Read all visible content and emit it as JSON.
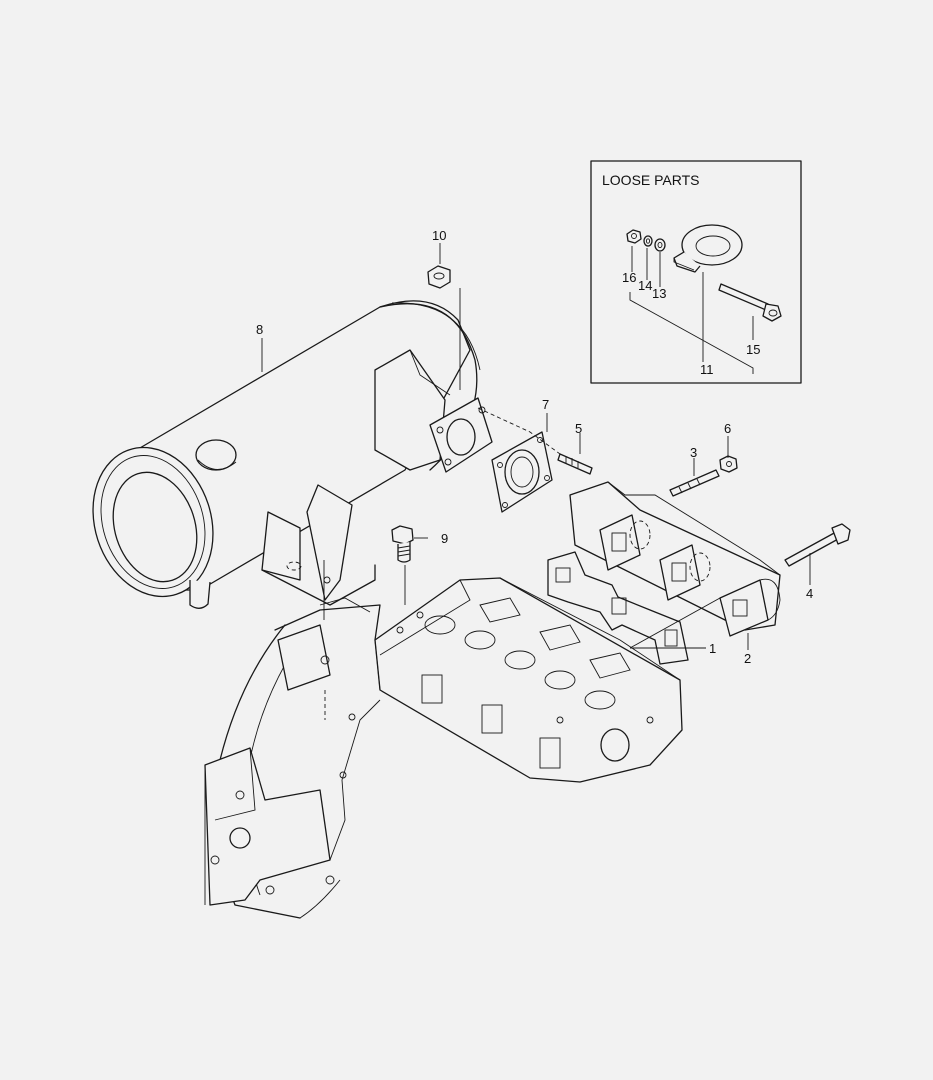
{
  "loose_parts": {
    "title": "LOOSE PARTS"
  },
  "callouts": {
    "c1": "1",
    "c2": "2",
    "c3": "3",
    "c4": "4",
    "c5": "5",
    "c6": "6",
    "c7": "7",
    "c8": "8",
    "c9": "9",
    "c10": "10",
    "c11": "11",
    "c13": "13",
    "c14": "14",
    "c15": "15",
    "c16": "16"
  },
  "colors": {
    "background": "#f2f2f2",
    "line": "#1a1a1a"
  }
}
